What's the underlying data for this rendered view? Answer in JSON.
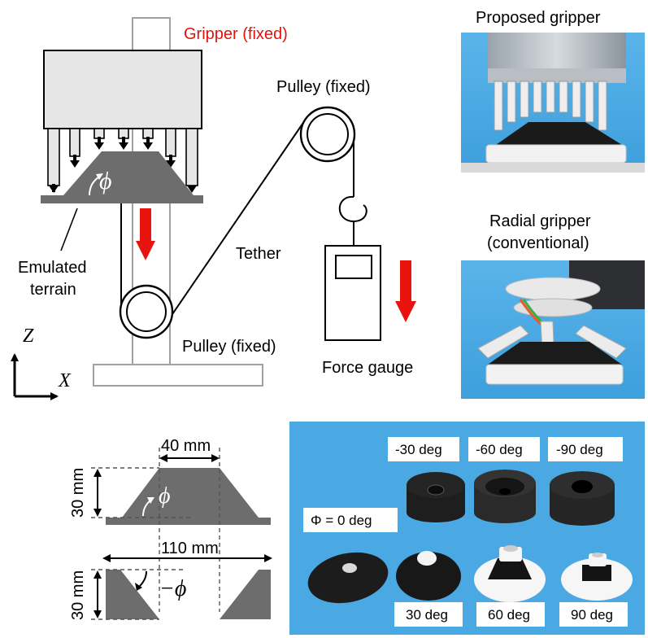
{
  "diagram": {
    "gripper_label": "Gripper (fixed)",
    "pulley_top_label": "Pulley (fixed)",
    "pulley_bottom_label": "Pulley (fixed)",
    "tether_label": "Tether",
    "force_gauge_label": "Force gauge",
    "terrain_label_line1": "Emulated",
    "terrain_label_line2": "terrain",
    "phi_symbol": "ϕ",
    "axis_z": "Z",
    "axis_x": "X"
  },
  "photos": {
    "proposed_title": "Proposed gripper",
    "radial_title_line1": "Radial gripper",
    "radial_title_line2": "(conventional)"
  },
  "cross_section": {
    "top_width_label": "40 mm",
    "height_label_top": "30 mm",
    "phi_positive": "ϕ",
    "base_width_label": "110 mm",
    "height_label_bottom": "30 mm",
    "phi_negative": "−ϕ"
  },
  "terrain_photo": {
    "labels": {
      "phi0": "Φ = 0 deg",
      "m30": "-30 deg",
      "m60": "-60 deg",
      "m90": "-90 deg",
      "p30": "30 deg",
      "p60": "60 deg",
      "p90": "90 deg"
    }
  },
  "colors": {
    "red_arrow": "#e8130f",
    "red_label": "#e3120b",
    "terrain_gray": "#6d6d6d",
    "photo_blue": "#4aa8e2"
  }
}
